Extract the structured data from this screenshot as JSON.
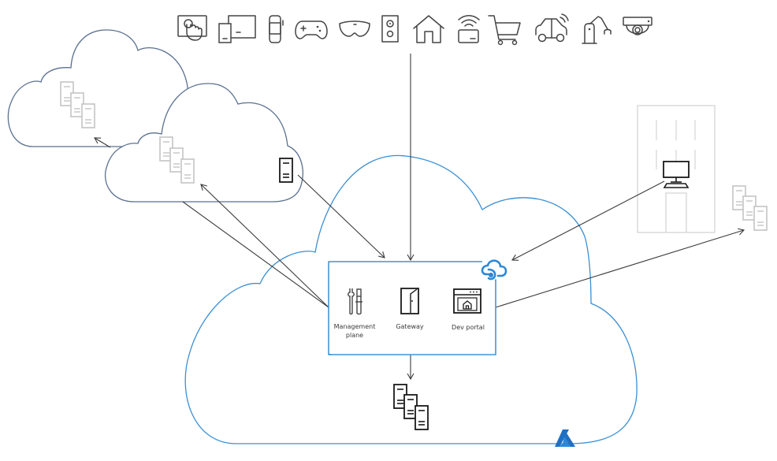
{
  "diagram": {
    "title": "API Management architecture overview",
    "colors": {
      "azure_blue": "#2b88d8",
      "main_cloud": "#3a8fd4",
      "external_cloud": "#5a7090",
      "arrow": "#3c3c3c",
      "gray_icon": "#c4c4c4",
      "dark_icon": "#1a1a1a"
    },
    "client_devices": [
      {
        "icon": "touch-screen-icon"
      },
      {
        "icon": "tablet-desktop-icon"
      },
      {
        "icon": "smartwatch-icon"
      },
      {
        "icon": "gamepad-icon"
      },
      {
        "icon": "vr-headset-icon"
      },
      {
        "icon": "speaker-icon"
      },
      {
        "icon": "home-icon"
      },
      {
        "icon": "wireless-card-icon"
      },
      {
        "icon": "shopping-cart-icon"
      },
      {
        "icon": "connected-car-icon"
      },
      {
        "icon": "robotic-arm-icon"
      },
      {
        "icon": "security-camera-icon"
      }
    ],
    "apim": {
      "components": [
        {
          "id": "management-plane",
          "label_line1": "Management",
          "label_line2": "plane",
          "icon": "tools-icon"
        },
        {
          "id": "gateway",
          "label_line1": "Gateway",
          "label_line2": "",
          "icon": "door-icon"
        },
        {
          "id": "dev-portal",
          "label_line1": "Dev portal",
          "label_line2": "",
          "icon": "browser-home-icon"
        }
      ],
      "badge_icon": "api-management-cloud-icon"
    },
    "nodes": {
      "backend_servers": "server-stack-icon",
      "external_cloud_1_servers": "server-stack-icon",
      "external_cloud_2_servers": "server-stack-icon",
      "external_cloud_2_server": "server-icon",
      "on_prem_building": "building-icon",
      "on_prem_workstation": "desktop-computer-icon",
      "on_prem_servers": "server-stack-icon",
      "azure_logo": "azure-logo-icon"
    },
    "connections": [
      {
        "from": "client-devices",
        "to": "gateway"
      },
      {
        "from": "external-cloud-2-server",
        "to": "apim-box"
      },
      {
        "from": "management-plane",
        "to": "external-cloud-1"
      },
      {
        "from": "management-plane",
        "to": "external-cloud-2"
      },
      {
        "from": "on-prem-workstation",
        "to": "apim-badge"
      },
      {
        "from": "dev-portal",
        "to": "on-prem-servers"
      },
      {
        "from": "apim-box",
        "to": "backend-servers"
      }
    ]
  }
}
